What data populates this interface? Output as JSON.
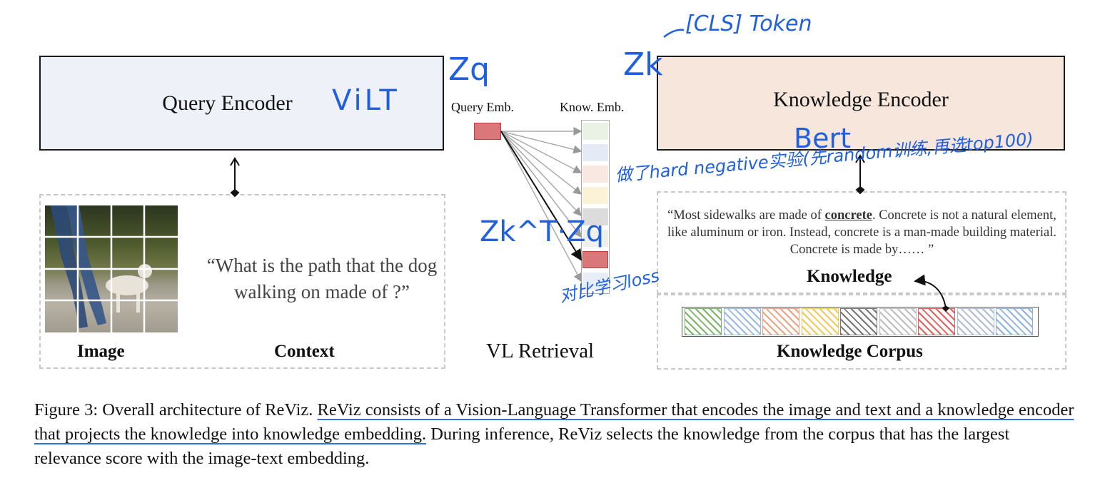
{
  "query_encoder": {
    "label": "Query Encoder"
  },
  "knowledge_encoder": {
    "label": "Knowledge Encoder"
  },
  "retrieval": {
    "query_emb_label": "Query Emb.",
    "know_emb_label": "Know. Emb.",
    "title": "VL Retrieval",
    "embedding_colors": [
      "#eaf2e6",
      "#e4ebf6",
      "#f8e8e1",
      "#fbf2d8",
      "#dcdcdc",
      "#eef0ec",
      "#d9777a",
      "#e8eef8"
    ],
    "query_color": "#d9777a"
  },
  "input": {
    "question": "“What is the path that the dog walking on made of ?”",
    "image_label": "Image",
    "context_label": "Context"
  },
  "knowledge": {
    "passage_pre": "“Most sidewalks are made of ",
    "passage_keyword": "concrete",
    "passage_post": ". Concrete is not a natural element, like aluminum or iron. Instead, concrete is a man-made building material. Concrete is made by…… ”",
    "label": "Knowledge",
    "corpus_label": "Knowledge Corpus",
    "corpus_colors": [
      "#7cb369",
      "#9ab8e4",
      "#e8a286",
      "#f0c95a",
      "#777777",
      "#bdbdbd",
      "#e06060",
      "#b0bcd6",
      "#8fb2e2"
    ]
  },
  "annotations": {
    "vilt": "ViLT",
    "zq": "Zq",
    "zk": "Zk",
    "cls_token": "[CLS] Token",
    "bert": "Bert",
    "hard_negative": "做了hard negative实验(先random训练,再选top100)",
    "score": "Zk^T·Zq",
    "contrastive": "对比学习loss"
  },
  "caption": {
    "prefix": "Figure 3: Overall architecture of ReViz. ",
    "underlined": "ReViz consists of a Vision-Language Transformer that encodes the image and text and a knowledge encoder that projects the knowledge into knowledge embedding.",
    "suffix": " During inference, ReViz selects the knowledge from the corpus that has the largest relevance score with the image-text embedding."
  }
}
